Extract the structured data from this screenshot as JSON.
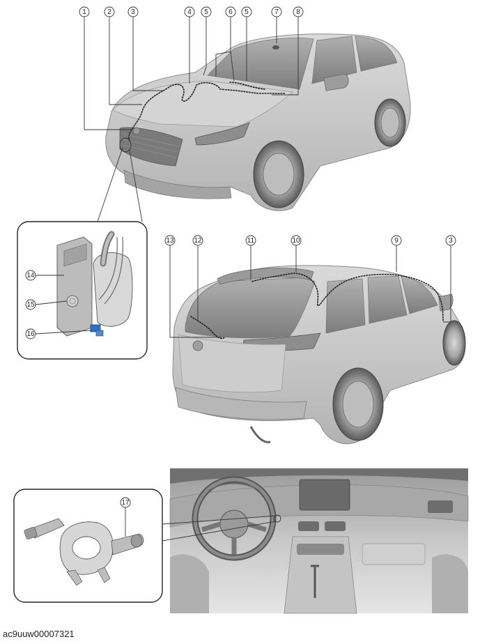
{
  "figure_id": "ac9uuw00007321",
  "callouts": {
    "front_view": [
      "1",
      "2",
      "3",
      "4",
      "5",
      "6",
      "5",
      "7",
      "8"
    ],
    "front_inset": [
      "14",
      "15",
      "16"
    ],
    "rear_view": [
      "13",
      "12",
      "11",
      "10",
      "9",
      "3"
    ],
    "dash_inset": [
      "17"
    ]
  },
  "colors": {
    "car_body": "#c9c9c9",
    "car_shadow": "#a9a9a9",
    "glass": "#8f8f8f",
    "harness": "#222222",
    "connector_highlight": "#2f6fc2"
  }
}
